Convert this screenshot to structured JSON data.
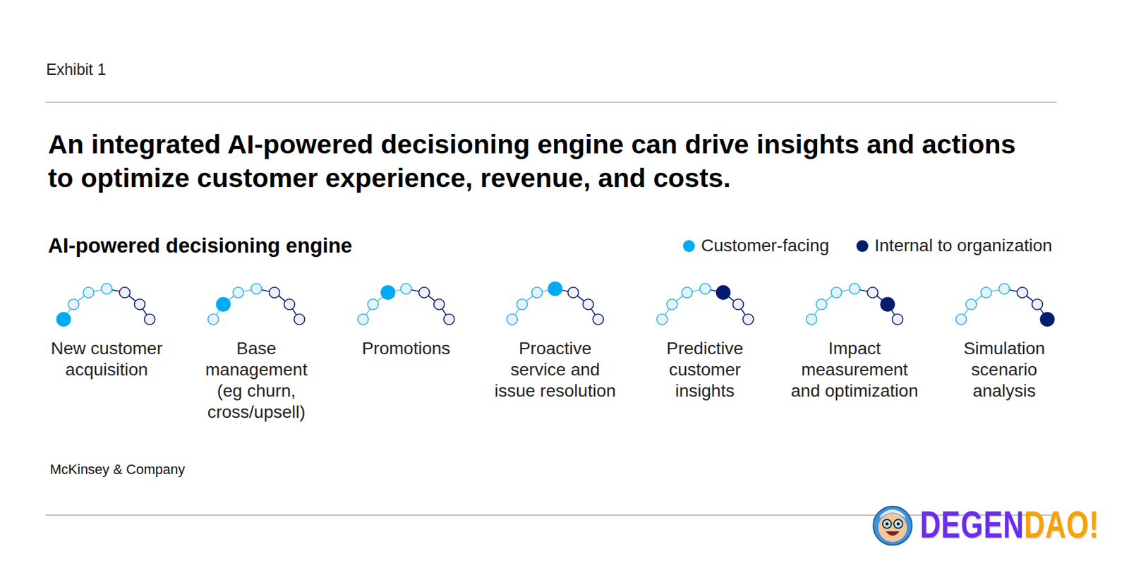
{
  "diagram": {
    "title": "An integrated AI-powered decisioning engine can drive insights and actions to optimize customer experience, revenue, and costs.",
    "nodes": [
      {
        "text": [
          "New customer acquisition"
        ]
      },
      {
        "text": [
          "Base management (eg churn, cross/upsell)"
        ]
      },
      {
        "text": [
          "Promotions"
        ]
      },
      {
        "text": [
          "Proactive service and issue resolution"
        ]
      },
      {
        "text": [
          "Predictive customer insights"
        ]
      },
      {
        "text": [
          "Impact measurement and optimization"
        ]
      },
      {
        "text": [
          "Simulation scenario analysis"
        ]
      }
    ],
    "labels": [
      "Exhibit 1",
      "AI-powered decisioning engine",
      "McKinsey & Company",
      "DEGEN",
      "DAO!"
    ],
    "legend": [
      {
        "text": "Customer-facing",
        "color": "#00a9f4"
      },
      {
        "text": "Internal to organization",
        "color": "#051c6e"
      }
    ]
  }
}
